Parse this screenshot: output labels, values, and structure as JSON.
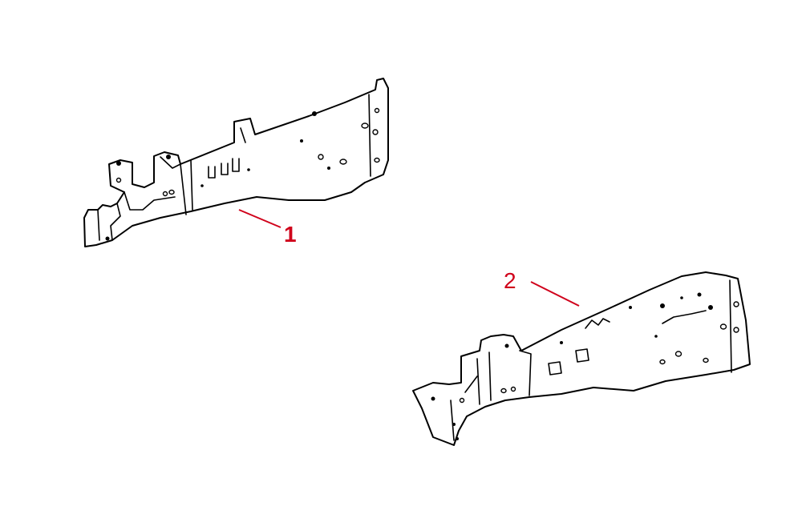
{
  "parts": [
    {
      "id": "part-1",
      "callout": "1",
      "callout_bold": true
    },
    {
      "id": "part-2",
      "callout": "2",
      "callout_bold": false
    }
  ],
  "colors": {
    "callout": "#d0021b",
    "line": "#000000",
    "background": "#ffffff"
  }
}
